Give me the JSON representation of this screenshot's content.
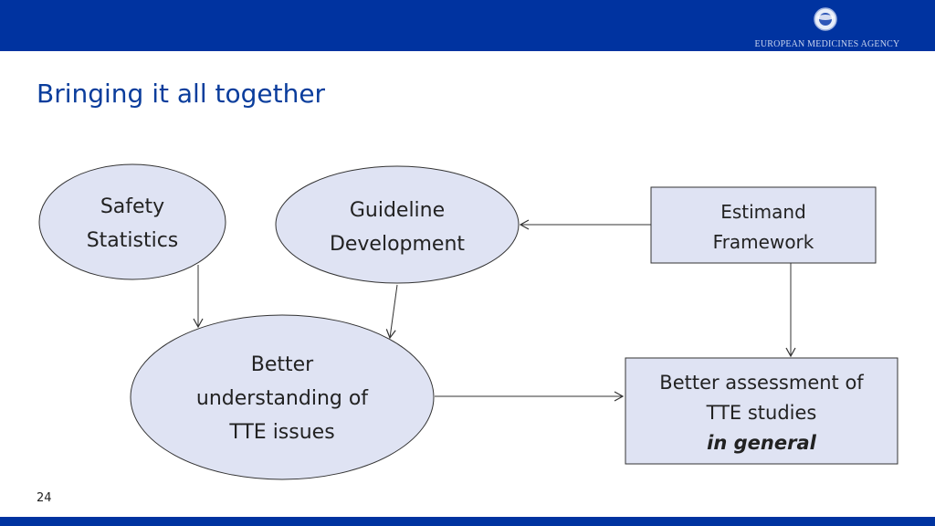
{
  "header": {
    "agency_name": "EUROPEAN MEDICINES AGENCY",
    "logo_icon": "ema-globe-icon",
    "bar_color": "#0033a0"
  },
  "slide": {
    "title": "Bringing it all together",
    "page_number": "24"
  },
  "diagram": {
    "nodes": {
      "safety": {
        "line1": "Safety",
        "line2": "Statistics"
      },
      "guideline": {
        "line1": "Guideline",
        "line2": "Development"
      },
      "estimand": {
        "line1": "Estimand",
        "line2": "Framework"
      },
      "better_understanding": {
        "line1": "Better",
        "line2": "understanding of",
        "line3": "TTE issues"
      },
      "assessment": {
        "line1": "Better assessment of",
        "line2": "TTE studies",
        "line3": "in general"
      }
    },
    "colors": {
      "node_fill": "#dfe3f3",
      "stroke": "#333333"
    }
  }
}
